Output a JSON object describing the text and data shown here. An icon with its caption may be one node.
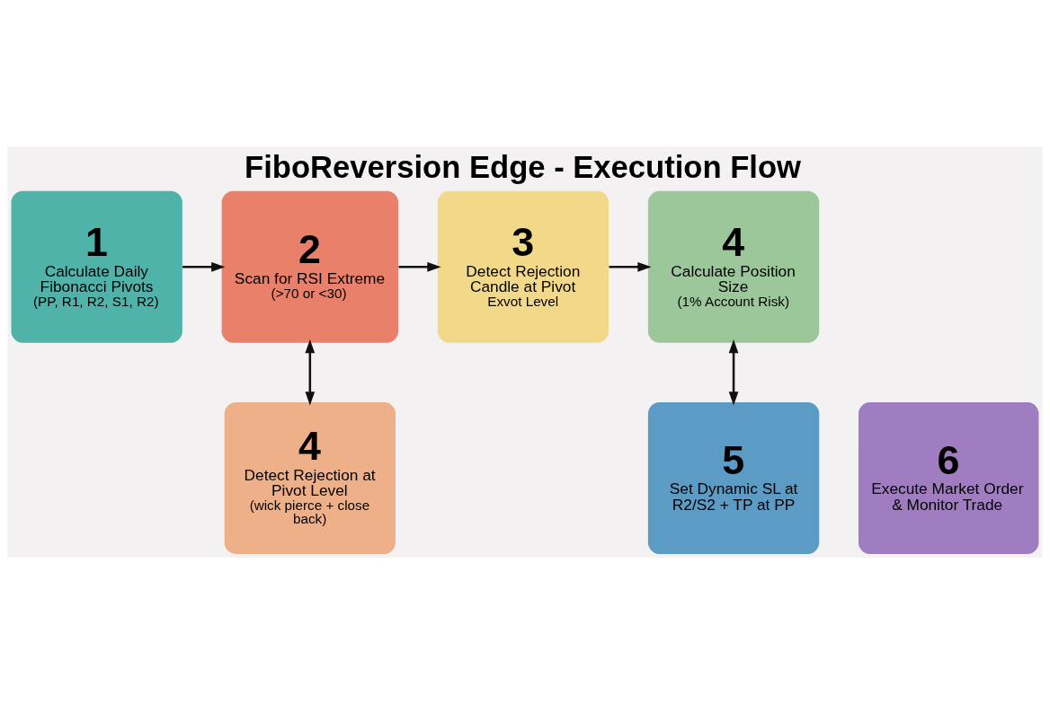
{
  "diagram": {
    "title": "FiboReversion Edge - Execution Flow",
    "nodes": [
      {
        "text": [
          "1",
          "Calculate Daily Fibonacci Pivots",
          "(PP, R1, R2, S1, R2)"
        ]
      },
      {
        "text": [
          "2",
          "Scan for RSI Extreme",
          "(>70 or <30)"
        ]
      },
      {
        "text": [
          "3",
          "Detect Rejection Candle at Pivot",
          "Exvot Level"
        ]
      },
      {
        "text": [
          "4",
          "Calculate Position Size",
          "(1% Account Risk)"
        ]
      },
      {
        "text": [
          "4",
          "Detect Rejection at Pivot Level",
          "(wick pierce + close back)"
        ]
      },
      {
        "text": [
          "5",
          "Set Dynamic SL at R2/S2 + TP at PP"
        ]
      },
      {
        "text": [
          "6",
          "Execute Market Order & Monitor Trade"
        ]
      }
    ],
    "edges": [
      {
        "from": 0,
        "to": 1,
        "arrow": "to"
      },
      {
        "from": 1,
        "to": 2,
        "arrow": "to"
      },
      {
        "from": 2,
        "to": 3,
        "arrow": "to"
      },
      {
        "from": 1,
        "to": 4,
        "arrow": "both"
      },
      {
        "from": 3,
        "to": 5,
        "arrow": "both"
      }
    ]
  }
}
